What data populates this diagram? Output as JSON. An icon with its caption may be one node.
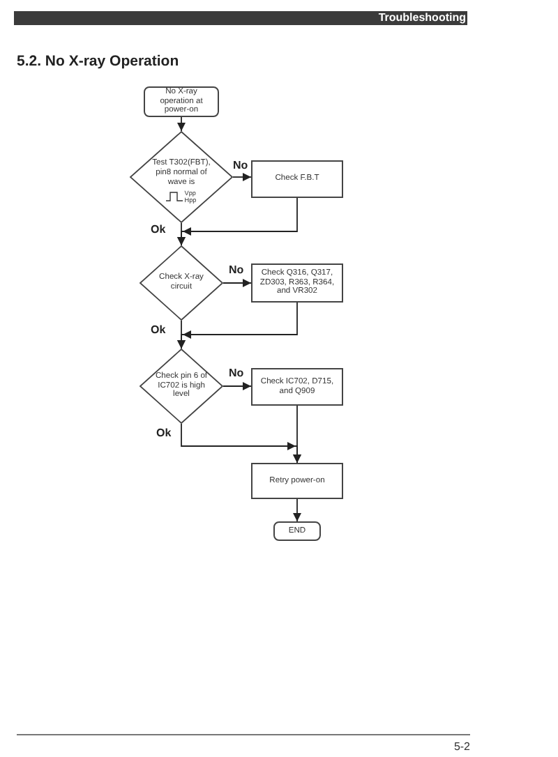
{
  "diagram": {
    "title": "5.2. No X-ray Operation",
    "nodes": [
      {
        "text": [
          "No X-ray operation at power-on"
        ]
      },
      {
        "text": [
          "Test T302(FBT), pin8 normal of wave is",
          "Vpp",
          "Hpp"
        ]
      },
      {
        "text": [
          "Check F.B.T"
        ]
      },
      {
        "text": [
          "Check X-ray circuit"
        ]
      },
      {
        "text": [
          "Check Q316, Q317, ZD303, R363, R364, and VR302"
        ]
      },
      {
        "text": [
          "Check pin 6 of IC702 is high level"
        ]
      },
      {
        "text": [
          "Check IC702, D715, and Q909"
        ]
      },
      {
        "text": [
          "Retry power-on"
        ]
      },
      {
        "text": [
          "END"
        ]
      }
    ],
    "edges": [
      {
        "from": 0,
        "to": 1,
        "arrow": "to"
      },
      {
        "from": 1,
        "to": 2,
        "arrow": "to",
        "label": "No"
      },
      {
        "from": 1,
        "to": 3,
        "arrow": "to",
        "label": "Ok"
      },
      {
        "from": 2,
        "to": 3,
        "arrow": "to"
      },
      {
        "from": 3,
        "to": 4,
        "arrow": "to",
        "label": "No"
      },
      {
        "from": 3,
        "to": 5,
        "arrow": "to",
        "label": "Ok"
      },
      {
        "from": 4,
        "to": 5,
        "arrow": "to"
      },
      {
        "from": 5,
        "to": 6,
        "arrow": "to",
        "label": "No"
      },
      {
        "from": 5,
        "to": 7,
        "arrow": "to",
        "label": "Ok"
      },
      {
        "from": 6,
        "to": 7,
        "arrow": "to"
      },
      {
        "from": 7,
        "to": 8,
        "arrow": "to"
      }
    ],
    "labels": [
      "Troubleshooting",
      "5-2"
    ]
  }
}
